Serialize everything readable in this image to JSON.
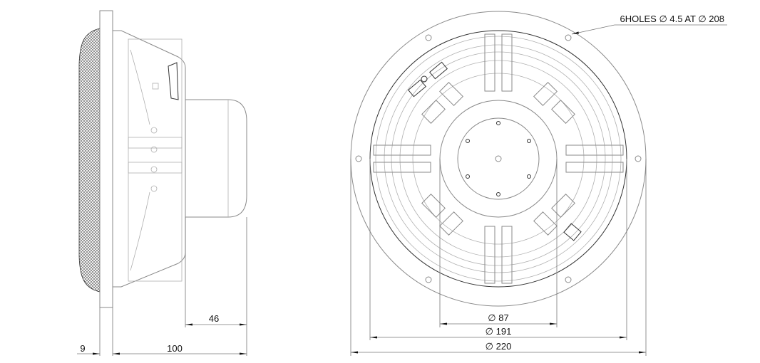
{
  "drawing": {
    "side_view": {
      "dimensions": {
        "flange_thickness": "9",
        "depth": "100",
        "magnet_depth": "46"
      }
    },
    "front_view": {
      "hole_note": "6HOLES ∅ 4.5 AT ∅ 208",
      "dimensions": {
        "magnet_diameter": "∅ 87",
        "cutout_diameter": "∅ 191",
        "outer_diameter": "∅ 220"
      }
    }
  }
}
